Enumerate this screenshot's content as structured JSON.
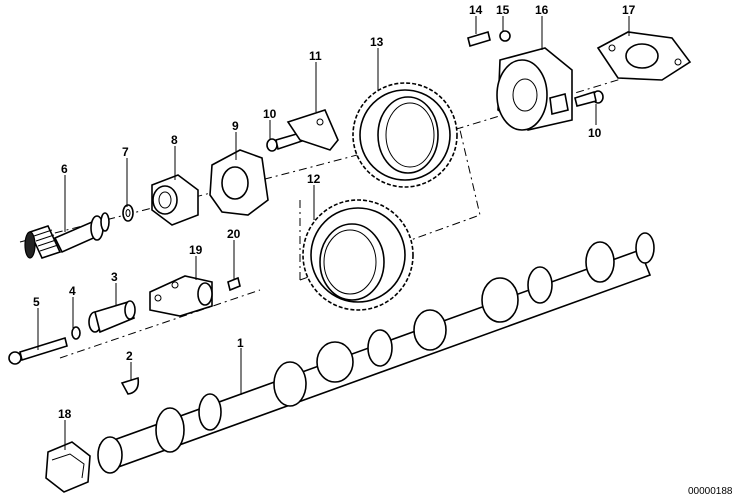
{
  "diagram": {
    "reference_code": "00000188",
    "callouts": [
      "1",
      "2",
      "3",
      "4",
      "5",
      "6",
      "7",
      "8",
      "9",
      "10",
      "10",
      "11",
      "12",
      "13",
      "14",
      "15",
      "16",
      "17",
      "18",
      "19",
      "20"
    ]
  }
}
